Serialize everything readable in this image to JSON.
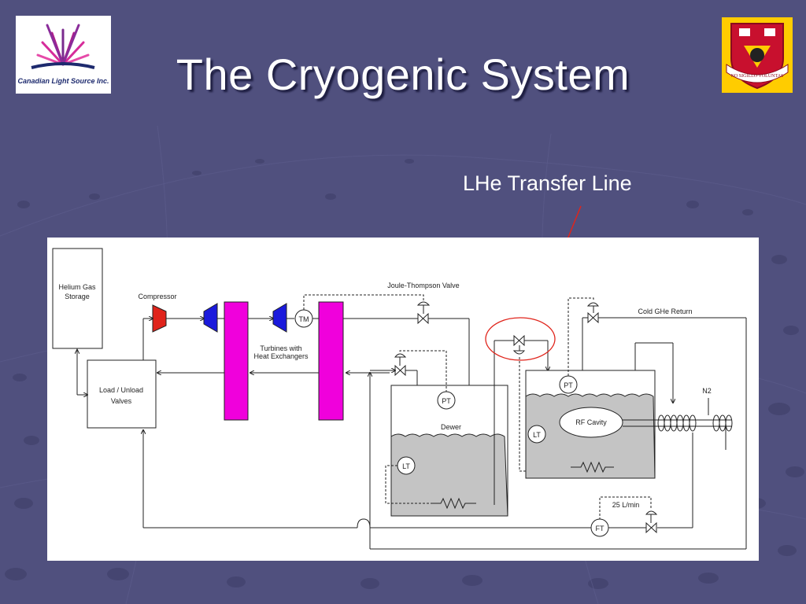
{
  "slide": {
    "title": "The Cryogenic System",
    "callout": "LHe Transfer Line"
  },
  "logos": {
    "left_text": "Canadian Light Source Inc.",
    "right_text": "NO SIGILLO VOLUNTAS"
  },
  "diagram": {
    "helium_storage": [
      "Helium Gas",
      "Storage"
    ],
    "load_unload": [
      "Load / Unload",
      "Valves"
    ],
    "compressor": "Compressor",
    "turbines": [
      "Turbines with",
      "Heat Exchangers"
    ],
    "jt_valve": "Joule-Thompson Valve",
    "tm": "TM",
    "dewar": "Dewer",
    "pt": "PT",
    "lt": "LT",
    "rf_cavity": "RF Cavity",
    "cold_return": "Cold GHe Return",
    "n2": "N2",
    "flow": "25 L/min",
    "ft": "FT"
  },
  "colors": {
    "background": "#50507e",
    "compressor": "#e0241b",
    "turbine": "#1a1adc",
    "heat_exchanger": "#f000dc",
    "liquid": "#c4c4c4",
    "callout_arrow": "#e0241b"
  }
}
